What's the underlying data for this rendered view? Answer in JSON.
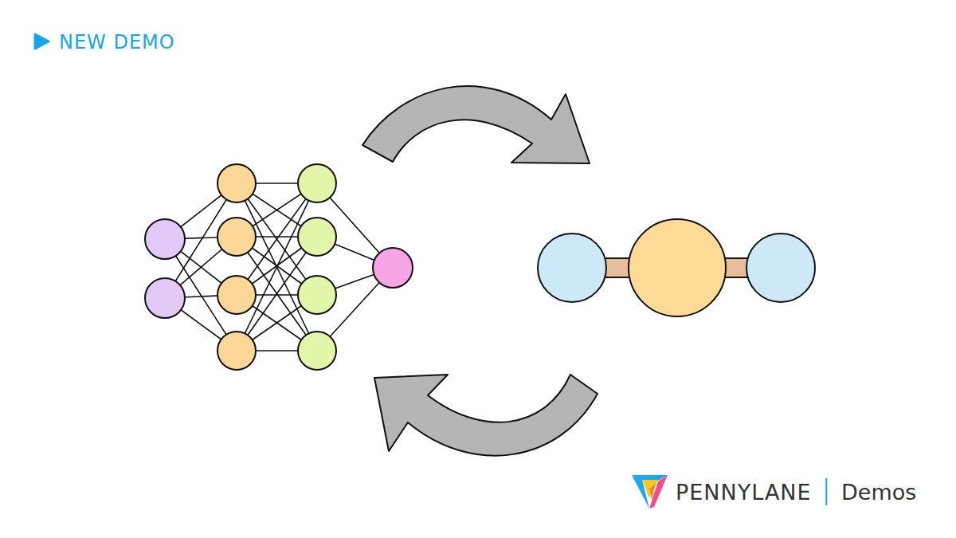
{
  "diagram": {
    "labels": [
      "NEW DEMO",
      "PENNYLANE",
      "Demos"
    ]
  }
}
